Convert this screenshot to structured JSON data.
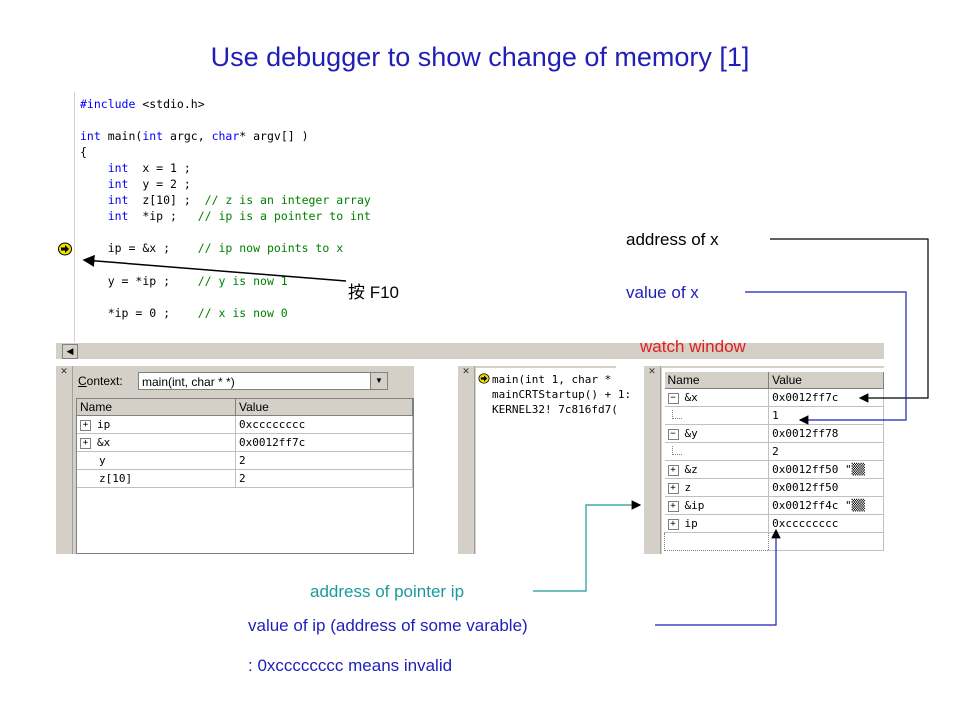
{
  "slide_title": "Use debugger to show change of memory   [1]",
  "editor": {
    "lines": {
      "l1a": "#include ",
      "l1b": "<stdio.h>",
      "l2a": "int",
      "l2b": " main(",
      "l2c": "int",
      "l2d": " argc, ",
      "l2e": "char",
      "l2f": "* argv[] )",
      "l3": "{",
      "l4a": "int",
      "l4b": "  x = 1 ;",
      "l5a": "int",
      "l5b": "  y = 2 ;",
      "l6a": "int",
      "l6b": "  z[10] ;  ",
      "l6c": "// z is an integer array",
      "l7a": "int",
      "l7b": "  *ip ;   ",
      "l7c": "// ip is a pointer to int",
      "l8a": "ip = &x ;    ",
      "l8b": "// ip now points to x",
      "l9a": "y = *ip ;    ",
      "l9b": "// y is now 1",
      "l10a": "*ip = 0 ;    ",
      "l10b": "// x is now 0"
    },
    "current_line_marker": "current-line-arrow-icon"
  },
  "locals_pane": {
    "context_label_pre": "C",
    "context_label_post": "ontext:",
    "context_value": "main(int, char * *)",
    "columns": [
      "Name",
      "Value"
    ],
    "rows": [
      {
        "expander": "+",
        "name": "ip",
        "value": "0xcccccccc"
      },
      {
        "expander": "+",
        "name": "&x",
        "value": "0x0012ff7c"
      },
      {
        "expander": "",
        "name": "y",
        "value": "2"
      },
      {
        "expander": "",
        "name": "z[10]",
        "value": "2"
      }
    ]
  },
  "callstack_pane": {
    "lines": [
      "main(int 1, char *",
      "mainCRTStartup() + 1:",
      "KERNEL32! 7c816fd7("
    ]
  },
  "watch_pane": {
    "columns": [
      "Name",
      "Value"
    ],
    "rows": [
      {
        "expander": "−",
        "name": "&x",
        "value": "0x0012ff7c"
      },
      {
        "expander": "branch",
        "name": "",
        "value": "1"
      },
      {
        "expander": "−",
        "name": "&y",
        "value": "0x0012ff78"
      },
      {
        "expander": "branch",
        "name": "",
        "value": "2"
      },
      {
        "expander": "+",
        "name": "&z",
        "value": "0x0012ff50 \"",
        "suffix": "▒▒"
      },
      {
        "expander": "+",
        "name": "z",
        "value": "0x0012ff50"
      },
      {
        "expander": "+",
        "name": "&ip",
        "value": "0x0012ff4c \"",
        "suffix": "▒▒"
      },
      {
        "expander": "+",
        "name": "ip",
        "value": "0xcccccccc"
      }
    ]
  },
  "annotations": {
    "press_f10": "按 F10",
    "address_of_x": "address of x",
    "value_of_x": "value of x",
    "watch_window": "watch window",
    "address_of_pointer_ip": "address of pointer ip",
    "value_of_ip": "value of ip (address of some varable)",
    "invalid_note": ": 0xcccccccc means invalid"
  },
  "colors": {
    "title": "#1f1fb8",
    "keyword": "#0000ff",
    "comment": "#008000",
    "watch_label": "#e02020",
    "teal_label": "#1a9a9a"
  }
}
